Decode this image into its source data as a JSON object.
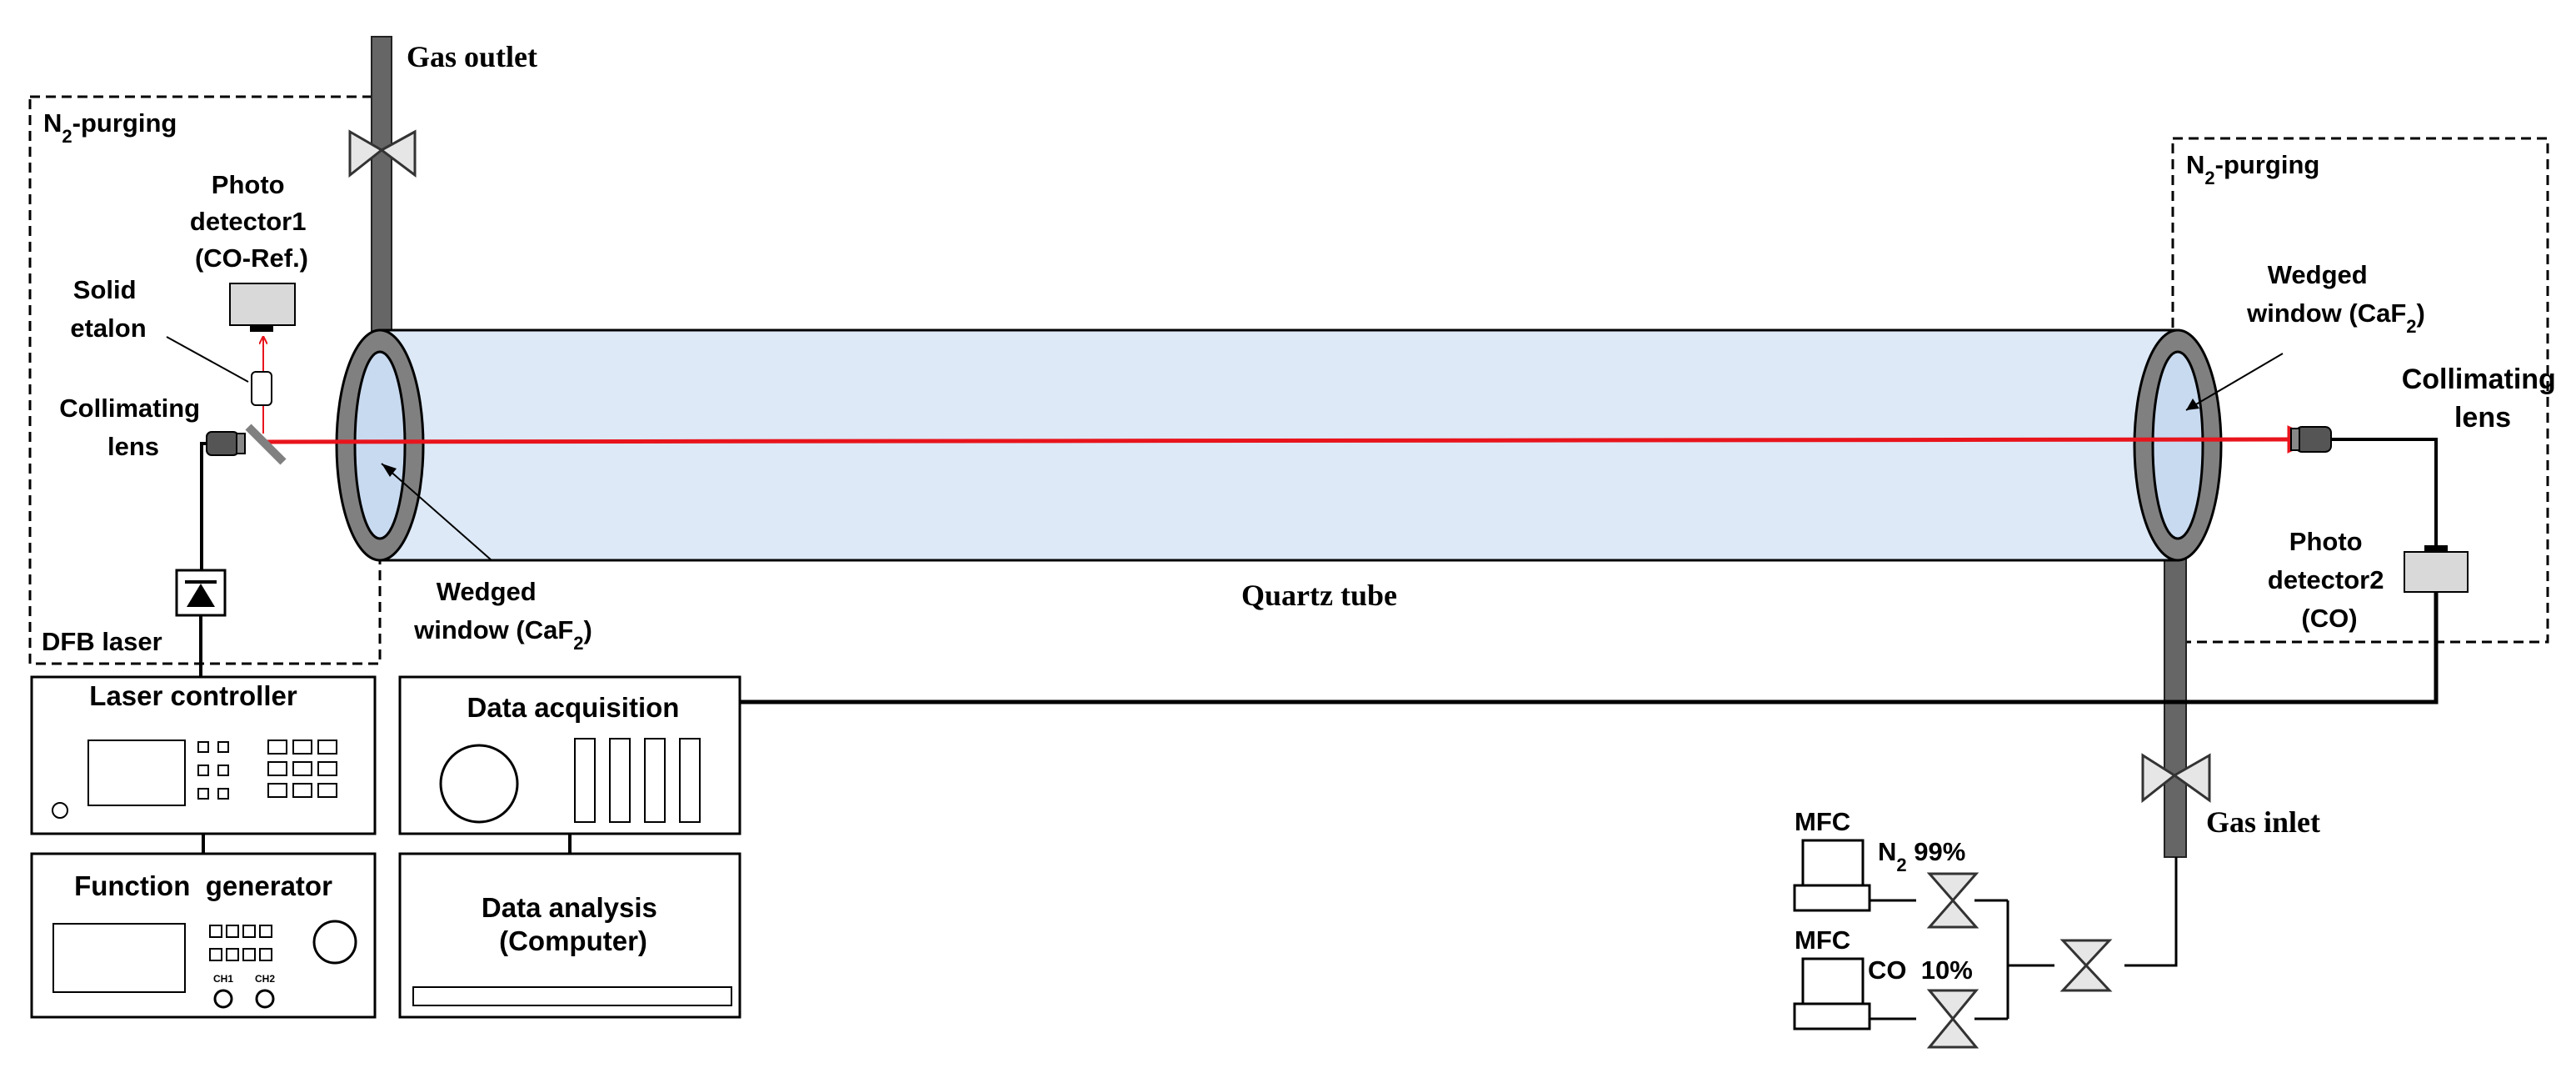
{
  "labels": {
    "gas_outlet": "Gas outlet",
    "gas_inlet": "Gas inlet",
    "quartz_tube": "Quartz tube",
    "n2_purging_left": {
      "main": "N",
      "sub": "2",
      "rest": "-purging"
    },
    "n2_purging_right": {
      "main": "N",
      "sub": "2",
      "rest": "-purging"
    },
    "photo_detector1": [
      "Photo",
      "detector1",
      "(CO-Ref.)"
    ],
    "solid_etalon": [
      "Solid",
      "etalon"
    ],
    "collimating_lens_left": [
      "Collimating",
      "lens"
    ],
    "dfb_laser": "DFB laser",
    "wedged_window_left": {
      "line1": "Wedged",
      "line2_pre": "window (CaF",
      "line2_sub": "2",
      "line2_post": ")"
    },
    "wedged_window_right": {
      "line1": "Wedged",
      "line2_pre": "window (CaF",
      "line2_sub": "2",
      "line2_post": ")"
    },
    "collimating_lens_right": [
      "Collimating",
      "lens"
    ],
    "photo_detector2": [
      "Photo",
      "detector2",
      "(CO)"
    ],
    "laser_controller": "Laser controller",
    "function_generator": "Function  generator",
    "ch1": "CH1",
    "ch2": "CH2",
    "data_acquisition": "Data acquisition",
    "data_analysis": [
      "Data analysis",
      "(Computer)"
    ],
    "mfc_top": "MFC",
    "mfc_bottom": "MFC",
    "n2_gas": {
      "main": "N",
      "sub": "2",
      "rest": " 99%"
    },
    "co_gas": "CO  10%"
  },
  "colors": {
    "laser_beam": "#e8141c",
    "tube_fill": "#dde9f6",
    "window_fill": "#c8daf0",
    "flange": "#808080",
    "pipe": "#666666",
    "device_fill": "#d9d9d9"
  }
}
